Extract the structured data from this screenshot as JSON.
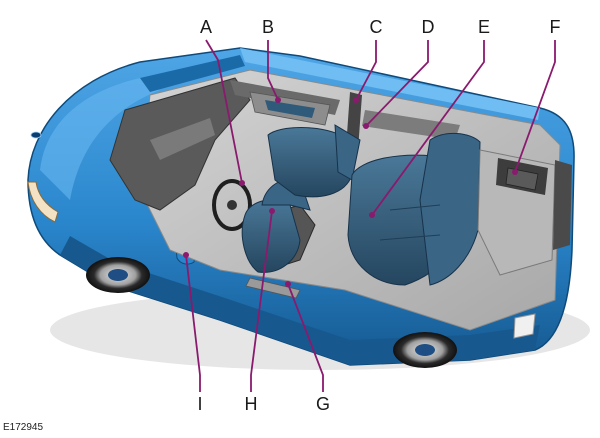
{
  "figure": {
    "reference_code": "E172945",
    "leader_color": "#8a1a6e",
    "body_color": "#2a86cc",
    "body_shadow_color": "#15588f",
    "seat_color": "#2f5a7a",
    "callouts": [
      {
        "id": "A",
        "label": "A"
      },
      {
        "id": "B",
        "label": "B"
      },
      {
        "id": "C",
        "label": "C"
      },
      {
        "id": "D",
        "label": "D"
      },
      {
        "id": "E",
        "label": "E"
      },
      {
        "id": "F",
        "label": "F"
      },
      {
        "id": "G",
        "label": "G"
      },
      {
        "id": "H",
        "label": "H"
      },
      {
        "id": "I",
        "label": "I"
      }
    ]
  }
}
